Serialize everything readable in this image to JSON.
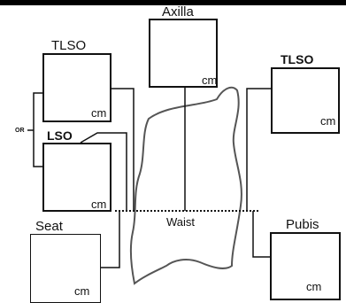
{
  "measurements": {
    "axilla": {
      "label": "Axilla",
      "unit": "cm"
    },
    "tlso_left": {
      "label": "TLSO",
      "unit": "cm"
    },
    "lso": {
      "label": "LSO",
      "unit": "cm"
    },
    "or": {
      "label": "OR"
    },
    "tlso_right": {
      "label": "TLSO",
      "unit": "cm"
    },
    "seat": {
      "label": "Seat",
      "unit": "cm"
    },
    "pubis": {
      "label": "Pubis",
      "unit": "cm"
    }
  },
  "waist": {
    "label": "Waist"
  }
}
